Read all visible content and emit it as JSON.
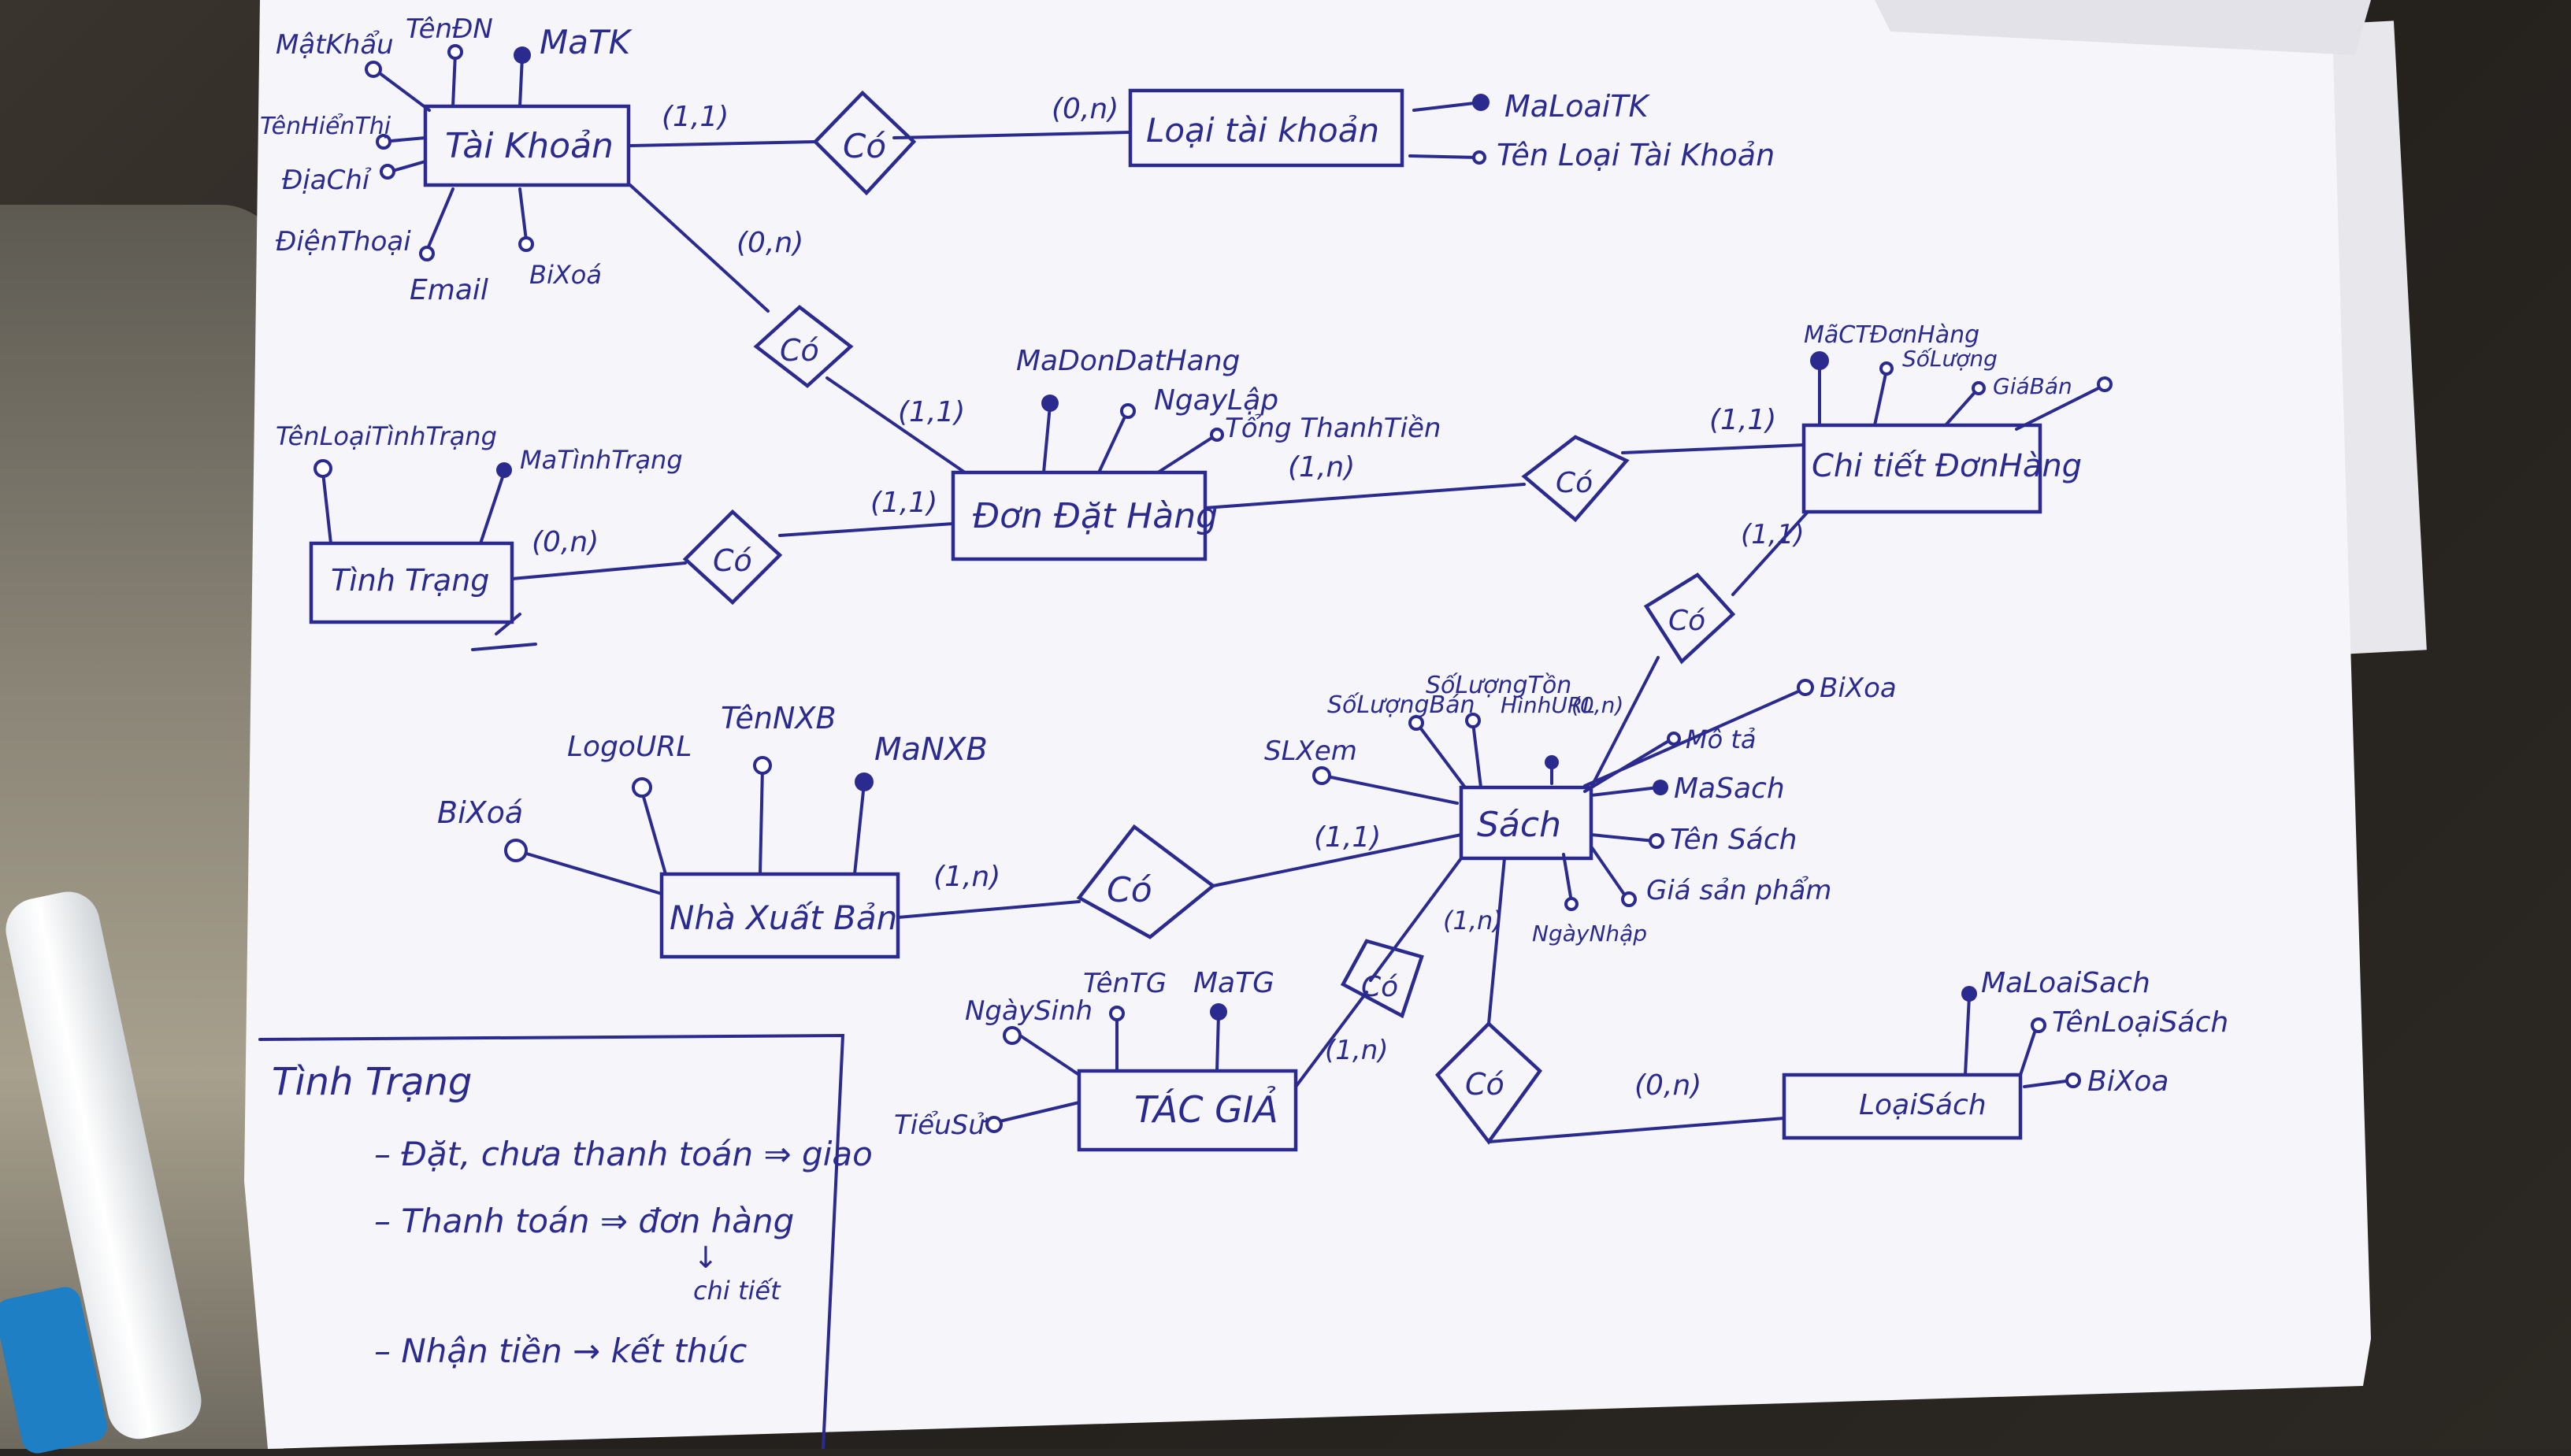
{
  "colors": {
    "ink": "#2b2a8f",
    "paper": "#f6f6fa",
    "desk": "#2a2622"
  },
  "entities": {
    "tai_khoan": "Tài Khoản",
    "loai_tai_khoan": "Loại tài khoản",
    "don_dat_hang": "Đơn Đặt Hàng",
    "chi_tiet_don_hang": "Chi tiết ĐơnHàng",
    "tinh_trang": "Tình Trạng",
    "sach": "Sách",
    "nha_xuat_ban": "Nhà Xuất Bản",
    "tac_gia": "TÁC GIẢ",
    "loai_sach": "LoạiSách"
  },
  "relationships": {
    "r1": "Có",
    "r2": "Có",
    "r3": "Có",
    "r4": "Có",
    "r5": "Có",
    "r6": "Có",
    "r7": "Có",
    "r8": "Có"
  },
  "cardinalities": {
    "tk_r1": "(1,1)",
    "r1_ltk": "(0,n)",
    "tk_r2": "(0,n)",
    "r2_ddh": "(1,1)",
    "ddh_r4": "(1,n)",
    "r4_ct": "(1,1)",
    "tt_r3": "(0,n)",
    "r3_ddh": "(1,1)",
    "ct_r5": "(1,1)",
    "sach_r6": "(1,1)",
    "nxb_r6": "(1,n)",
    "sach_r7": "(1,n)",
    "tg_r7": "(1,n)",
    "ls_r8": "(0,n)"
  },
  "attributes": {
    "tk_matkhau": "MậtKhẩu",
    "tk_tendn": "TênĐN",
    "tk_matk": "MaTK",
    "tk_tenhienthi": "TênHiểnThị",
    "tk_diachi": "ĐịaChỉ",
    "tk_dienthoai": "ĐiệnThoại",
    "tk_email": "Email",
    "tk_bixoa": "BiXoá",
    "ltk_ma": "MaLoaiTK",
    "ltk_ten": "Tên Loại Tài Khoản",
    "ddh_ma": "MaDonDatHang",
    "ddh_ngaylap": "NgayLập",
    "ddh_tongtien": "Tổng ThanhTiền",
    "tt_ten": "TênLoạiTìnhTrạng",
    "tt_ma": "MaTìnhTrạng",
    "ct_ma": "MãCTĐơnHàng",
    "ct_soluong": "SốLượng",
    "ct_giaban": "GiáBán",
    "sach_soluongban": "SốLượngBán",
    "sach_soluongton": "SốLượngTồn",
    "sach_hinhurl": "HìnhURL",
    "sach_hinh_card": "(0,n)",
    "sach_slxem": "SLXem",
    "sach_bixoa": "BiXoa",
    "sach_mota": "Mô tả",
    "sach_masach": "MaSach",
    "sach_tensach": "Tên Sách",
    "sach_giasp": "Giá sản phẩm",
    "sach_ngaynhap": "NgàyNhập",
    "nxb_bixoa": "BiXoá",
    "nxb_logo": "LogoURL",
    "nxb_ten": "TênNXB",
    "nxb_ma": "MaNXB",
    "tg_ngaysinh": "NgàySinh",
    "tg_ten": "TênTG",
    "tg_ma": "MaTG",
    "tg_tieusu": "TiểuSử",
    "ls_ma": "MaLoaiSach",
    "ls_ten": "TênLoạiSách",
    "ls_bixoa": "BiXoa"
  },
  "note": {
    "title": "Tình Trạng",
    "line1": "– Đặt, chưa thanh toán ⇒ giao",
    "line2": "– Thanh toán ⇒ đơn hàng",
    "line2b": "↓",
    "line2c": "chi tiết",
    "line3": "– Nhận tiền → kết thúc"
  }
}
